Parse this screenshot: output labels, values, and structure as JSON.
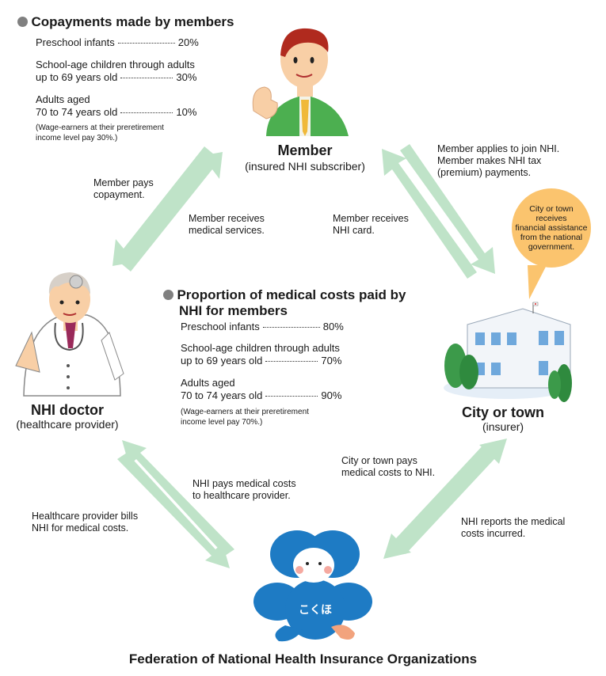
{
  "copayments": {
    "title": "Copayments made by members",
    "rows": [
      {
        "label": "Preschool infants",
        "value": "20%"
      },
      {
        "label_1": "School-age children through adults",
        "label_2": "up to 69 years old",
        "value": "30%"
      },
      {
        "label_1": "Adults aged",
        "label_2": "70 to 74 years old",
        "value": "10%"
      }
    ],
    "note_1": "(Wage-earners at their preretirement",
    "note_2": "income level pay 30%.)"
  },
  "proportion": {
    "title_1": "Proportion of medical costs paid by",
    "title_2": "NHI for members",
    "rows": [
      {
        "label": "Preschool infants",
        "value": "80%"
      },
      {
        "label_1": "School-age children through adults",
        "label_2": "up to 69 years old",
        "value": "70%"
      },
      {
        "label_1": "Adults aged",
        "label_2": "70 to 74 years old",
        "value": "90%"
      }
    ],
    "note_1": "(Wage-earners at their preretirement",
    "note_2": "income level pay 70%.)"
  },
  "nodes": {
    "member": {
      "title": "Member",
      "subtitle": "(insured NHI subscriber)"
    },
    "doctor": {
      "title": "NHI doctor",
      "subtitle": "(healthcare provider)"
    },
    "city": {
      "title": "City or town",
      "subtitle": "(insurer)"
    },
    "federation": {
      "title": "Federation of National Health Insurance Organizations",
      "mascot_text": "こくほ"
    }
  },
  "flows": {
    "member_pays_1": "Member pays",
    "member_pays_2": "copayment.",
    "receives_services_1": "Member receives",
    "receives_services_2": "medical services.",
    "receives_card_1": "Member receives",
    "receives_card_2": "NHI card.",
    "applies_1": "Member applies to join NHI.",
    "applies_2": "Member makes NHI tax",
    "applies_3": "(premium) payments.",
    "city_pays_1": "City or town pays",
    "city_pays_2": "medical costs to NHI.",
    "nhi_pays_1": "NHI pays medical costs",
    "nhi_pays_2": "to healthcare provider.",
    "provider_bills_1": "Healthcare provider bills",
    "provider_bills_2": "NHI for medical costs.",
    "nhi_reports_1": "NHI reports the medical",
    "nhi_reports_2": "costs incurred."
  },
  "bubble": {
    "l1": "City or town",
    "l2": "receives",
    "l3": "financial assistance",
    "l4": "from the national",
    "l5": "government."
  },
  "colors": {
    "arrow": "#bfe3c8",
    "bubble": "#fbc46e",
    "mascot": "#1e7bc4",
    "bullet": "#808080"
  }
}
